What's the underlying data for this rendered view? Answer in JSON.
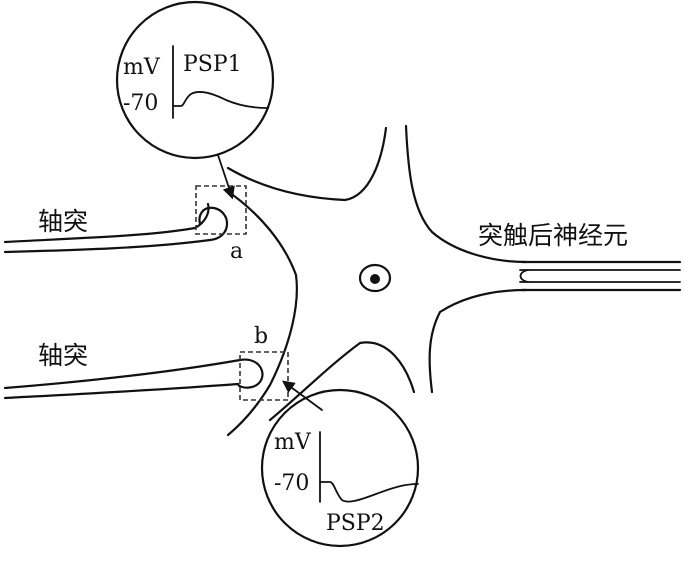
{
  "labels": {
    "axon_top": "轴突",
    "axon_bottom": "轴突",
    "postsynaptic_neuron": "突触后神经元",
    "synapse_a": "a",
    "synapse_b": "b"
  },
  "insets": [
    {
      "unit": "mV",
      "baseline": "-70",
      "name": "PSP1"
    },
    {
      "unit": "mV",
      "baseline": "-70",
      "name": "PSP2"
    }
  ]
}
